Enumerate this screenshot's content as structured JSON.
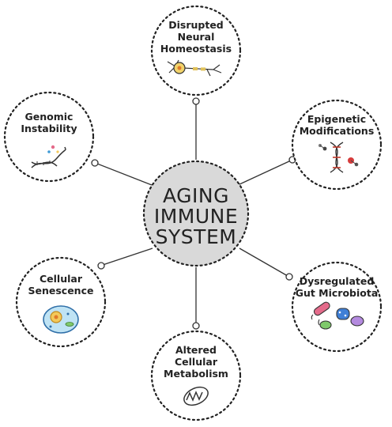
{
  "center": {
    "lines": [
      "AGING",
      "IMMUNE",
      "SYSTEM"
    ]
  },
  "nodes": {
    "neural": {
      "lines": [
        "Disrupted",
        "Neural",
        "Homeostasis"
      ],
      "icon": "neuron-icon"
    },
    "epigenetic": {
      "lines": [
        "Epigenetic",
        "Modifications"
      ],
      "icon": "dna-molecule-icon"
    },
    "gut": {
      "lines": [
        "Dysregulated",
        "Gut Microbiota"
      ],
      "icon": "bacteria-icon"
    },
    "metabolism": {
      "lines": [
        "Altered",
        "Cellular",
        "Metabolism"
      ],
      "icon": "mitochondria-icon"
    },
    "senescence": {
      "lines": [
        "Cellular",
        "Senescence"
      ],
      "icon": "cell-icon"
    },
    "genomic": {
      "lines": [
        "Genomic",
        "Instability"
      ],
      "icon": "dna-strand-icon"
    }
  },
  "colors": {
    "center_fill": "#d9d9d9",
    "outline": "#222222",
    "line": "#333333"
  }
}
